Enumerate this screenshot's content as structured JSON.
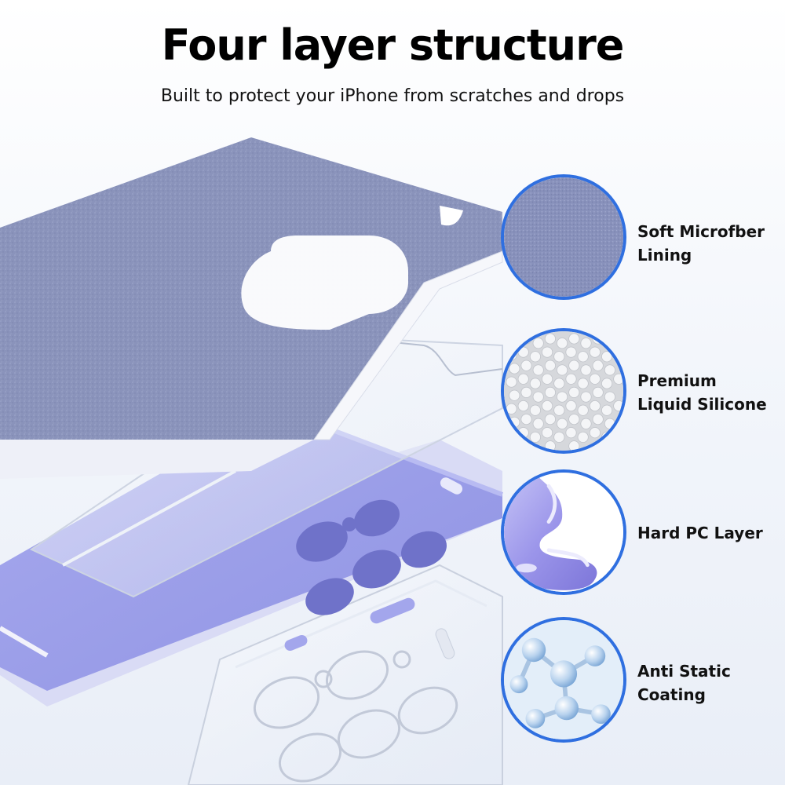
{
  "header": {
    "title": "Four layer structure",
    "subtitle": "Built to protect your iPhone from scratches and drops"
  },
  "features": [
    {
      "icon": "microfiber-texture-icon",
      "line1": "Soft Microfber",
      "line2": "Lining"
    },
    {
      "icon": "silicone-beads-icon",
      "line1": "Premium",
      "line2": "Liquid Silicone"
    },
    {
      "icon": "liquid-swirl-icon",
      "line1": "Hard PC Layer",
      "line2": ""
    },
    {
      "icon": "molecule-structure-icon",
      "line1": "Anti Static",
      "line2": "Coating"
    }
  ],
  "colors": {
    "accent_ring": "#2f6fe0",
    "microfiber": "#8c95bd",
    "silicone_case": "#9c9ee8",
    "case_edge": "#f4f4f8"
  }
}
